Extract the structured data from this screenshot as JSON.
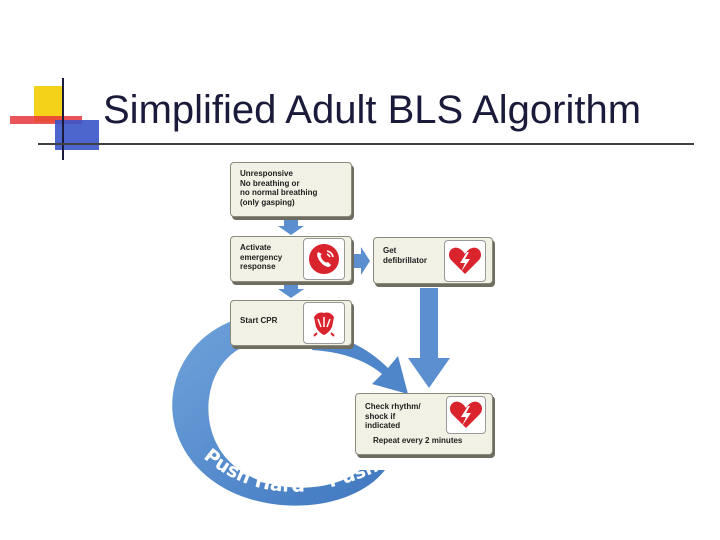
{
  "slide": {
    "title": "Simplified Adult BLS Algorithm"
  },
  "colors": {
    "accent_yellow": "#f5d21a",
    "accent_red": "#e8363c",
    "accent_blue": "#3a55c8",
    "arrow_blue": "#5b8fd0",
    "box_fill": "#f2f1e6",
    "icon_red": "#d9232d"
  },
  "steps": {
    "unresponsive": {
      "text": "Unresponsive\nNo breathing or\nno normal breathing\n(only gasping)"
    },
    "activate": {
      "text": "Activate\nemergency\nresponse",
      "icon": "phone-icon"
    },
    "get_defib": {
      "text": "Get\ndefibrillator",
      "icon": "heart-lightning-icon"
    },
    "start_cpr": {
      "text": "Start CPR",
      "icon": "hands-cpr-icon"
    },
    "check_rhythm": {
      "text": "Check rhythm/\nshock if\nindicated",
      "note": "Repeat every 2 minutes",
      "icon": "heart-lightning-icon"
    }
  },
  "cycle": {
    "label": "Push Hard • Push Fast"
  }
}
